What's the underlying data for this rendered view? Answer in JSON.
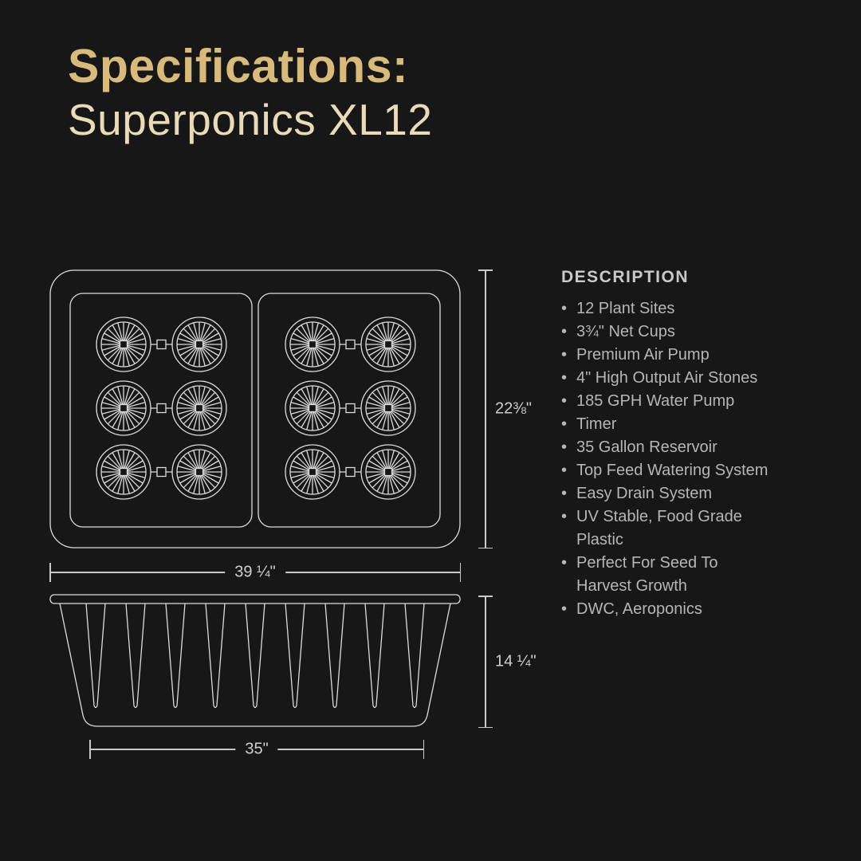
{
  "page": {
    "title": "Specifications:",
    "subtitle": "Superponics XL12"
  },
  "diagram": {
    "top_view": {
      "width_label": "39 ¼\"",
      "height_label": "22⅜\""
    },
    "side_view": {
      "width_label": "35\"",
      "height_label": "14 ¼\""
    }
  },
  "description": {
    "heading": "DESCRIPTION",
    "bullet": "•",
    "items": [
      "12 Plant Sites",
      "3¾\" Net Cups",
      "Premium Air Pump",
      "4\" High Output Air Stones",
      "185 GPH Water Pump",
      "Timer",
      "35 Gallon Reservoir",
      "Top Feed Watering System",
      "Easy Drain System",
      "UV Stable, Food Grade Plastic",
      "Perfect For Seed To Harvest Growth",
      "DWC, Aeroponics"
    ]
  },
  "colors": {
    "background": "#171717",
    "title_gold": "#d8ba7c",
    "subtitle_cream": "#e9dab9",
    "drawing_line": "#dcdcdc",
    "dimension_line": "#c9c9c9",
    "body_text": "#b6b6b6"
  }
}
